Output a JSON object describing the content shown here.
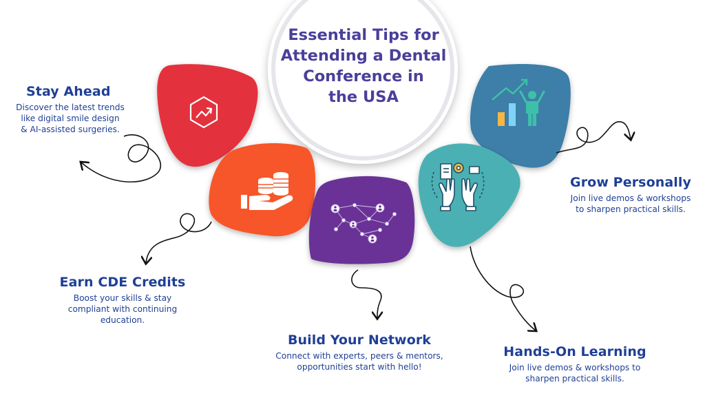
{
  "title": {
    "lines": [
      "Essential Tips for",
      "Attending a Dental",
      "Conference in",
      "the USA"
    ]
  },
  "tips": [
    {
      "heading": "Stay Ahead",
      "lines": [
        "Discover the latest trends",
        "like digital smile design",
        "& AI-assisted surgeries."
      ],
      "color": "#e3323e",
      "icon": "trend-chart-icon"
    },
    {
      "heading": "Earn CDE Credits",
      "lines": [
        "Boost your skills & stay",
        "compliant with continuing",
        "education."
      ],
      "color": "#f7572a",
      "icon": "hand-coins-icon"
    },
    {
      "heading": "Build Your Network",
      "lines": [
        "Connect with experts, peers & mentors,",
        "opportunities start with hello!"
      ],
      "color": "#6a3196",
      "icon": "network-icon"
    },
    {
      "heading": "Hands-On Learning",
      "lines": [
        "Join live demos & workshops to",
        "sharpen practical skills."
      ],
      "color": "#4bb0b3",
      "icon": "raised-hands-icon"
    },
    {
      "heading": "Grow Personally",
      "lines": [
        "Join live demos & workshops",
        "to sharpen practical skills."
      ],
      "color": "#3d7fa8",
      "icon": "growth-person-icon"
    }
  ],
  "colors": {
    "heading": "#1f3f96",
    "title": "#4a3f9a",
    "arrow": "#111111"
  }
}
